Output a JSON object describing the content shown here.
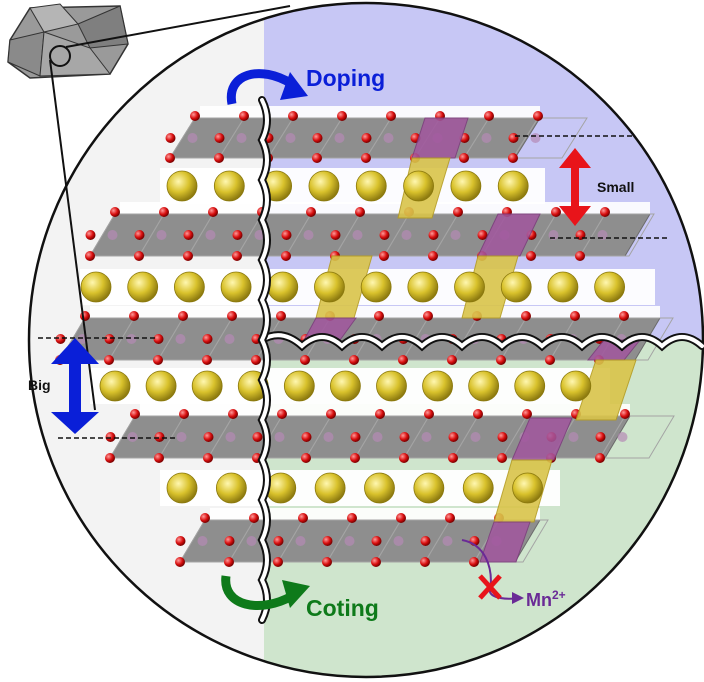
{
  "labels": {
    "doping": "Doping",
    "coting": "Coting",
    "small": "Small",
    "big": "Big",
    "mn_base": "Mn",
    "mn_sup": "2+"
  },
  "colors": {
    "doping_arrow": "#0a1fd8",
    "coting_arrow": "#0e7a1a",
    "small_arrow": "#e8141a",
    "big_arrow": "#0a1fd8",
    "mn_text": "#6a2a96",
    "cross": "#e8141a",
    "bg_left": "#f3f3f3",
    "bg_top_right": "#c7c7f5",
    "bg_bottom_right": "#cfe5cd",
    "octahedron": "#8e8e8e",
    "oxygen": "#d80f0f",
    "cation_sphere": "#d4bf2a",
    "substituted_octahedron": "#a1569e",
    "substituted_spacer": "#d9c44a"
  },
  "icons": [
    "crystal-particle-icon",
    "magnifier-lens-icon",
    "curved-arrow-icon",
    "double-headed-arrow-icon",
    "cross-mark-icon",
    "wavy-crack-icon"
  ]
}
